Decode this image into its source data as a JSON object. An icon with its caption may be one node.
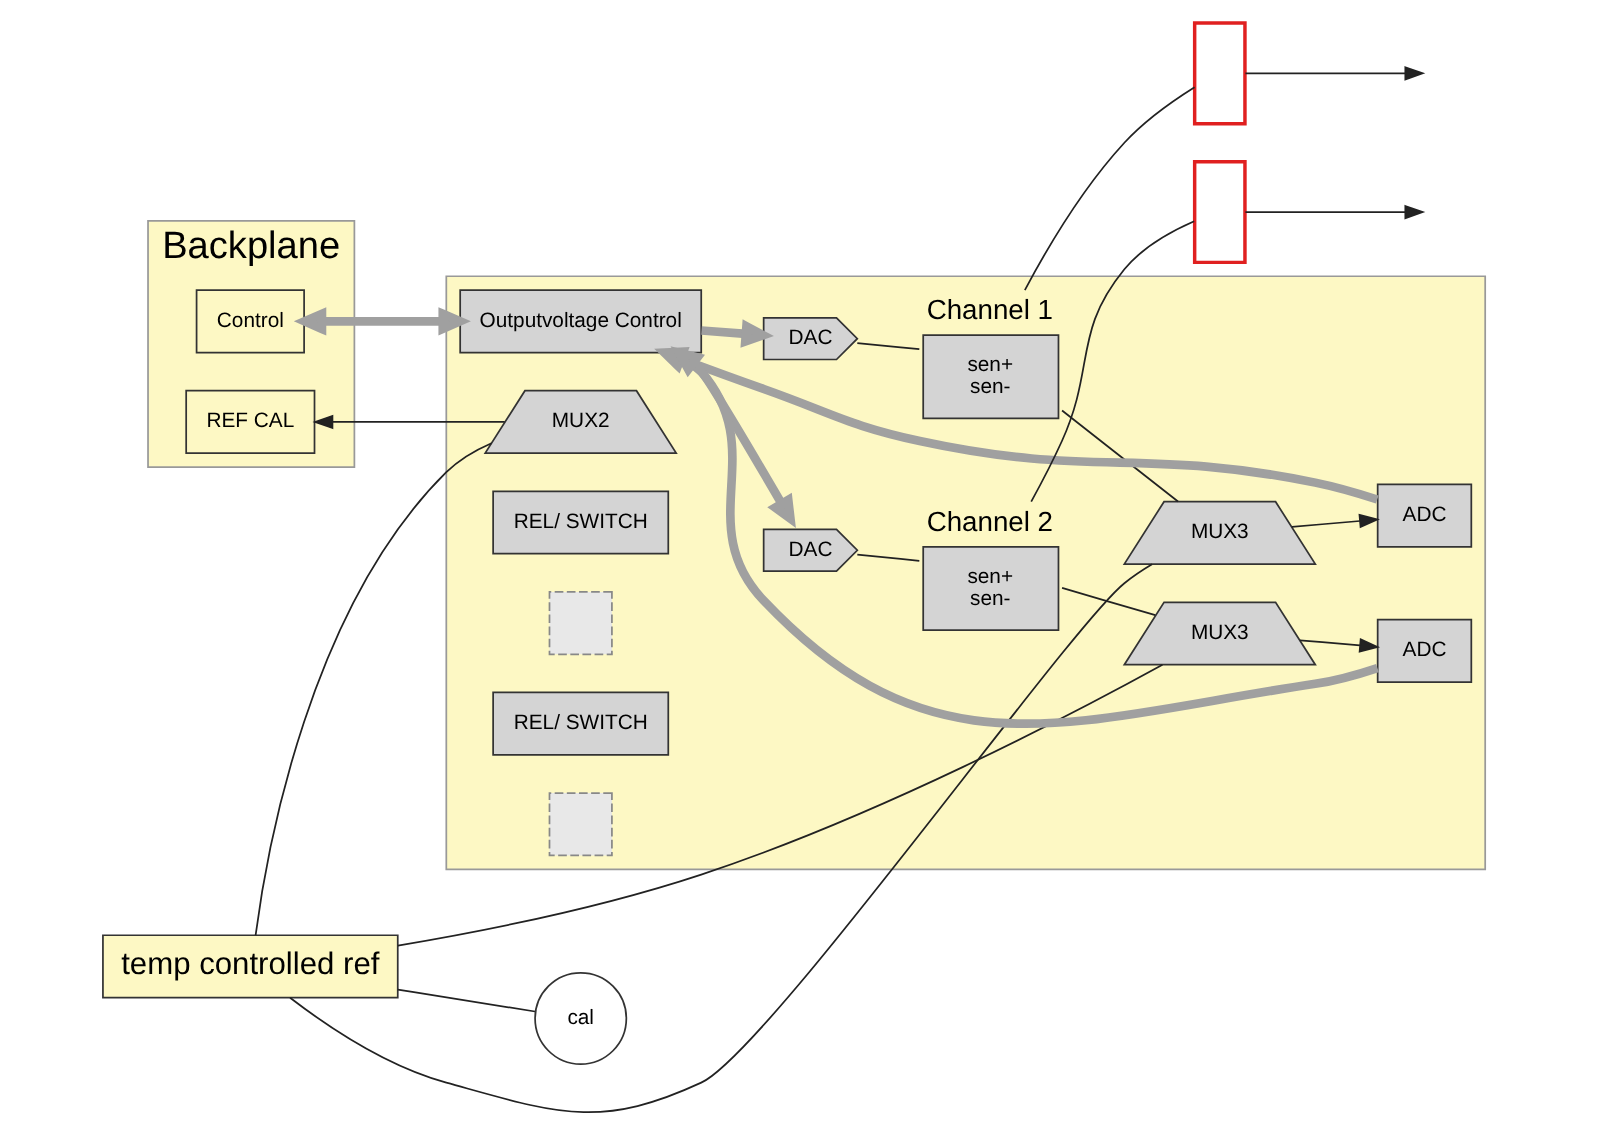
{
  "diagram": {
    "nodes": [
      {
        "text": [
          "Backplane"
        ]
      },
      {
        "text": [
          "REF CAL"
        ],
        "in": 0
      },
      {
        "text": [
          "Control"
        ],
        "in": 0
      },
      {
        "text": [
          "temp controlled ref"
        ]
      },
      {
        "text": [
          "cal"
        ]
      },
      {
        "text": [],
        "shape": "box"
      },
      {
        "text": [
          "MUX2"
        ],
        "in": 5
      },
      {
        "text": [
          "Outputvoltage Control"
        ],
        "in": 5
      },
      {
        "text": [
          "sen+",
          "sen-"
        ],
        "beside": [
          "Channel 1"
        ],
        "in": 5
      },
      {
        "text": [
          "DAC"
        ],
        "in": 5
      },
      {
        "text": [
          "ADC"
        ],
        "in": 5
      },
      {
        "text": [
          "MUX3"
        ],
        "in": 5
      },
      {
        "text": [
          "REL/ SWITCH"
        ],
        "in": 5
      },
      {
        "text": [],
        "shape": "box",
        "in": 5
      },
      {
        "text": [],
        "shape": "box"
      },
      {
        "text": [
          "sen+",
          "sen-"
        ],
        "beside": [
          "Channel 2"
        ],
        "in": 5
      },
      {
        "text": [
          "DAC"
        ],
        "in": 5
      },
      {
        "text": [
          "ADC"
        ],
        "in": 5
      },
      {
        "text": [
          "MUX3"
        ],
        "in": 5
      },
      {
        "text": [
          "REL/ SWITCH"
        ],
        "in": 5
      },
      {
        "text": [],
        "shape": "box",
        "in": 5
      },
      {
        "text": [],
        "shape": "box"
      }
    ],
    "edges": [
      {
        "from": 2,
        "to": 7,
        "arrow": "both",
        "style": "thick",
        "color": "#a0a0a0"
      },
      {
        "from": 6,
        "to": 1,
        "arrow": "to"
      },
      {
        "from": 3,
        "to": 4,
        "arrow": "none"
      },
      {
        "from": 3,
        "to": 6,
        "arrow": "none"
      },
      {
        "from": 3,
        "to": 11,
        "arrow": "none"
      },
      {
        "from": 3,
        "to": 18,
        "arrow": "none"
      },
      {
        "from": 7,
        "to": 9,
        "arrow": "to",
        "style": "thick",
        "color": "#a0a0a0"
      },
      {
        "from": 10,
        "to": 7,
        "arrow": "to",
        "style": "thick",
        "color": "#a0a0a0"
      },
      {
        "from": 7,
        "to": 16,
        "arrow": "to",
        "style": "thick",
        "color": "#a0a0a0"
      },
      {
        "from": 17,
        "to": 7,
        "arrow": "to",
        "style": "thick",
        "color": "#a0a0a0"
      },
      {
        "from": 9,
        "to": 8,
        "arrow": "none"
      },
      {
        "from": 11,
        "to": 10,
        "arrow": "to"
      },
      {
        "from": 8,
        "to": 11,
        "arrow": "none"
      },
      {
        "from": 8,
        "to": 14,
        "arrow": "none"
      },
      {
        "from": 14,
        "to": null,
        "arrow": "to"
      },
      {
        "from": 16,
        "to": 15,
        "arrow": "none"
      },
      {
        "from": 18,
        "to": 17,
        "arrow": "to"
      },
      {
        "from": 15,
        "to": 18,
        "arrow": "none"
      },
      {
        "from": 15,
        "to": 21,
        "arrow": "none"
      },
      {
        "from": 21,
        "to": null,
        "arrow": "to"
      }
    ]
  }
}
